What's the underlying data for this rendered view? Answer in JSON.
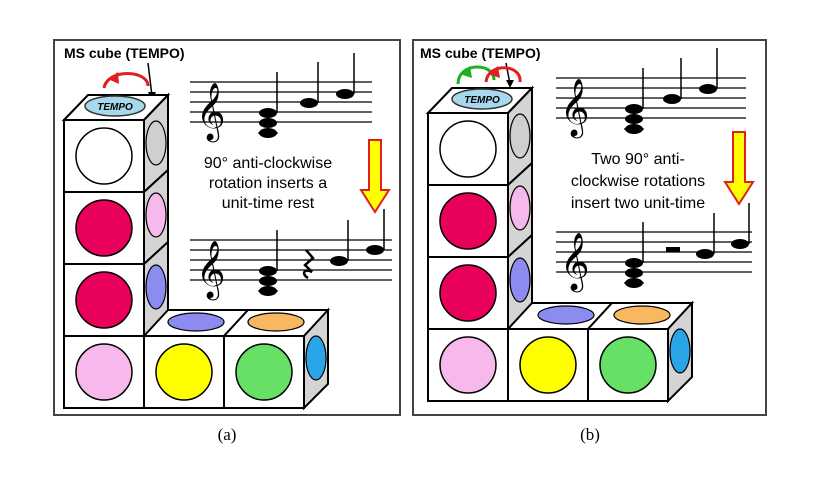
{
  "panels": [
    {
      "id": "a",
      "cube_label": "MS cube (TEMPO)",
      "tempo_label": "TEMPO",
      "description_lines": [
        "90° anti-clockwise",
        "rotation inserts a",
        "unit-time rest"
      ],
      "caption": "(a)"
    },
    {
      "id": "b",
      "cube_label": "MS cube (TEMPO)",
      "tempo_label": "TEMPO",
      "description_lines": [
        "Two 90° anti-",
        "clockwise rotations",
        "insert two unit-time"
      ],
      "caption": "(b)"
    }
  ],
  "colors": {
    "white_dot": "#ffffff",
    "crimson_dot": "#e8005a",
    "pink_dot": "#f7b8ec",
    "yellow_dot": "#ffff00",
    "green_dot": "#66e066",
    "orange_top": "#f8b860",
    "lavender_top": "#8c8cf0",
    "blue_side": "#2aa6e8",
    "tempo_disc": "#a8d8ec",
    "rotate_arrow_red": "#e02020",
    "rotate_arrow_green": "#20b020",
    "down_arrow_fill": "#ffff00",
    "down_arrow_outline": "#e02020"
  }
}
